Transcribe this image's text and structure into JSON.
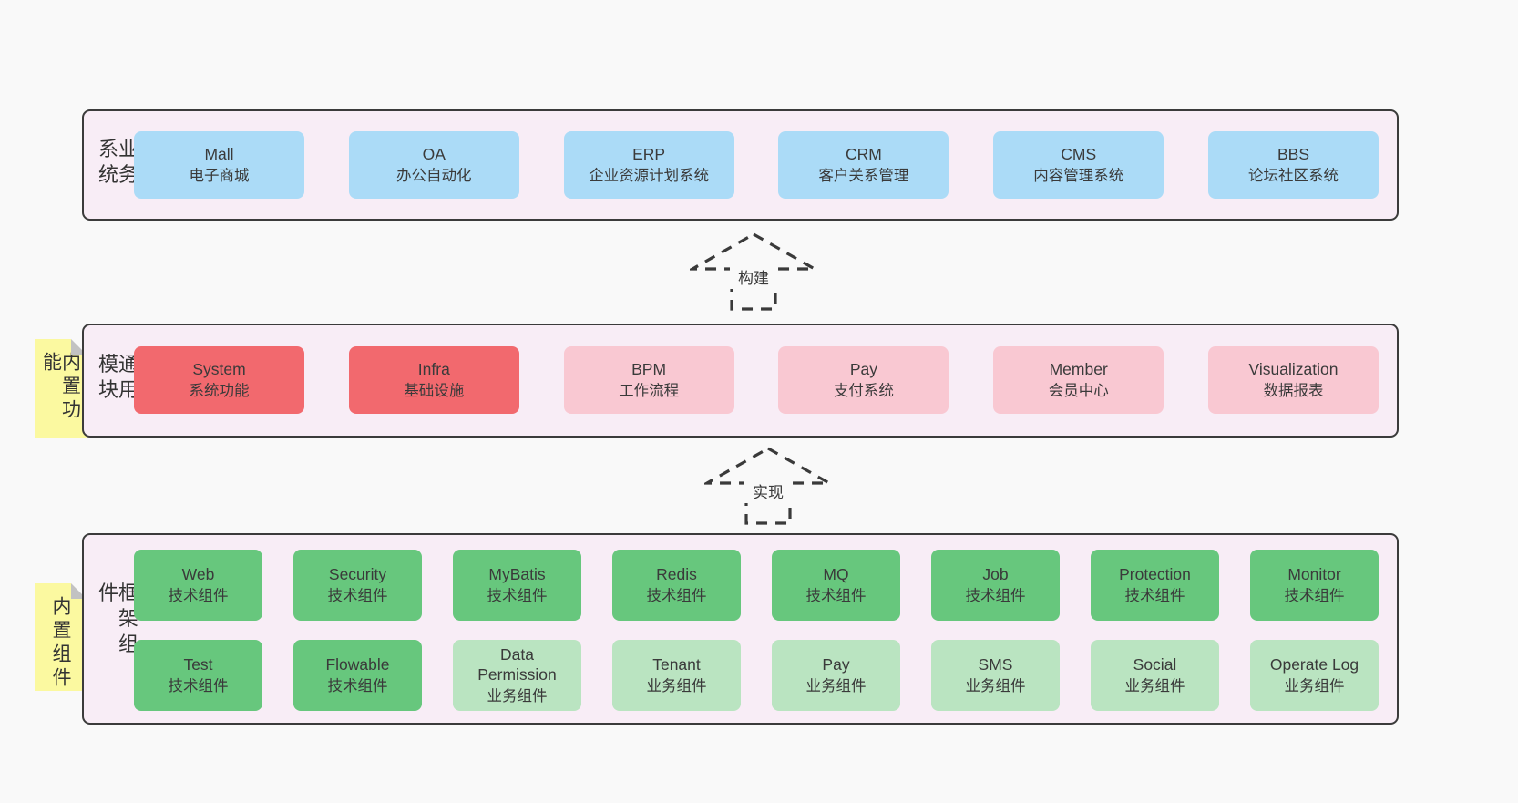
{
  "business_band": {
    "label": "业务系统",
    "boxes": [
      {
        "en": "Mall",
        "zh": "电子商城",
        "color": "blue"
      },
      {
        "en": "OA",
        "zh": "办公自动化",
        "color": "blue"
      },
      {
        "en": "ERP",
        "zh": "企业资源计划系统",
        "color": "blue"
      },
      {
        "en": "CRM",
        "zh": "客户关系管理",
        "color": "blue"
      },
      {
        "en": "CMS",
        "zh": "内容管理系统",
        "color": "blue"
      },
      {
        "en": "BBS",
        "zh": "论坛社区系统",
        "color": "blue"
      }
    ]
  },
  "build_arrow": {
    "label": "构建"
  },
  "module_band": {
    "label": "通用模块",
    "sticky": "内置功能",
    "boxes": [
      {
        "en": "System",
        "zh": "系统功能",
        "color": "red"
      },
      {
        "en": "Infra",
        "zh": "基础设施",
        "color": "red"
      },
      {
        "en": "BPM",
        "zh": "工作流程",
        "color": "pink"
      },
      {
        "en": "Pay",
        "zh": "支付系统",
        "color": "pink"
      },
      {
        "en": "Member",
        "zh": "会员中心",
        "color": "pink"
      },
      {
        "en": "Visualization",
        "zh": "数据报表",
        "color": "pink"
      }
    ]
  },
  "implement_arrow": {
    "label": "实现"
  },
  "component_band": {
    "label": "框架组件",
    "sticky": "内置组件",
    "row1": [
      {
        "en": "Web",
        "zh": "技术组件",
        "color": "green"
      },
      {
        "en": "Security",
        "zh": "技术组件",
        "color": "green"
      },
      {
        "en": "MyBatis",
        "zh": "技术组件",
        "color": "green"
      },
      {
        "en": "Redis",
        "zh": "技术组件",
        "color": "green"
      },
      {
        "en": "MQ",
        "zh": "技术组件",
        "color": "green"
      },
      {
        "en": "Job",
        "zh": "技术组件",
        "color": "green"
      },
      {
        "en": "Protection",
        "zh": "技术组件",
        "color": "green"
      },
      {
        "en": "Monitor",
        "zh": "技术组件",
        "color": "green"
      }
    ],
    "row2": [
      {
        "en": "Test",
        "zh": "技术组件",
        "color": "green"
      },
      {
        "en": "Flowable",
        "zh": "技术组件",
        "color": "green"
      },
      {
        "en": "Data Permission",
        "zh": "业务组件",
        "color": "lightgreen"
      },
      {
        "en": "Tenant",
        "zh": "业务组件",
        "color": "lightgreen"
      },
      {
        "en": "Pay",
        "zh": "业务组件",
        "color": "lightgreen"
      },
      {
        "en": "SMS",
        "zh": "业务组件",
        "color": "lightgreen"
      },
      {
        "en": "Social",
        "zh": "业务组件",
        "color": "lightgreen"
      },
      {
        "en": "Operate Log",
        "zh": "业务组件",
        "color": "lightgreen"
      }
    ]
  },
  "colors": {
    "page_bg": "#f9f9f9",
    "band_bg": "#f8edf6",
    "band_border": "#3b3b3b",
    "blue": "#abdbf7",
    "red": "#f2696e",
    "pink": "#f9c8d2",
    "green": "#67c77d",
    "lightgreen": "#bae4c1",
    "sticky_yellow": "#fbf9a0",
    "sticky_fold": "#c2c2c2",
    "text": "#3a3a3a"
  }
}
